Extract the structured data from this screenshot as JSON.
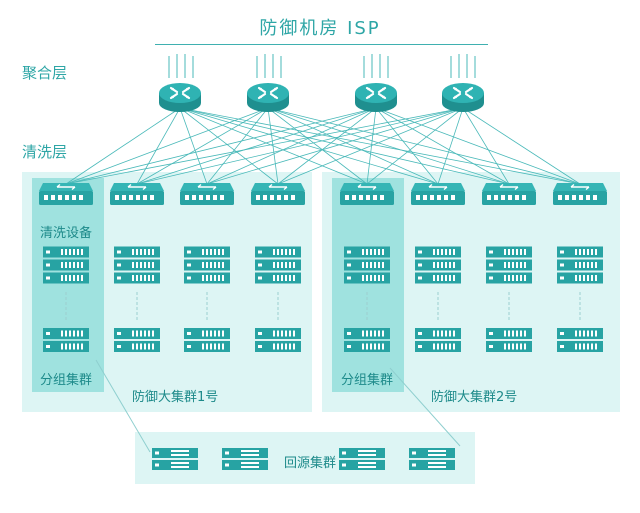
{
  "title": "防御机房  ISP",
  "layers": {
    "aggregation": "聚合层",
    "scrubbing": "清洗层"
  },
  "clusters": {
    "c1": {
      "device_label": "清洗设备",
      "group_label": "分组集群",
      "name": "防御大集群1号"
    },
    "c2": {
      "group_label": "分组集群",
      "name": "防御大集群2号"
    }
  },
  "return_cluster": {
    "label": "回源集群"
  },
  "colors": {
    "accent": "#2ea6a6",
    "panel": "#ddf5f4",
    "panel_highlight": "#9fe2df",
    "device": "#27a3a3"
  }
}
